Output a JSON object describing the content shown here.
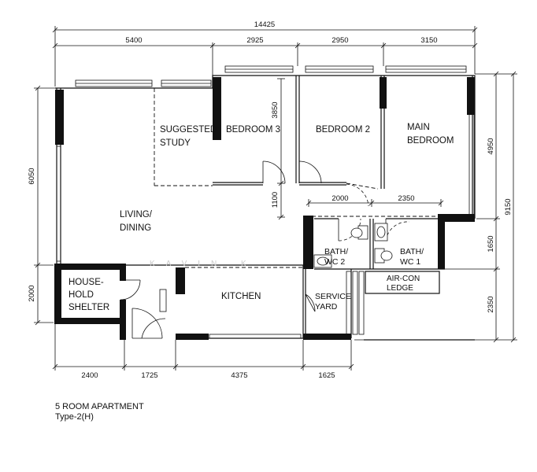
{
  "dimensions": {
    "overall_width": "14425",
    "top_segments": [
      "5400",
      "2925",
      "2950",
      "3150"
    ],
    "bottom_segments": [
      "2400",
      "1725",
      "4375",
      "1625"
    ],
    "left_segments": [
      "6050",
      "2000"
    ],
    "right_segments": [
      "4950",
      "1650",
      "2350"
    ],
    "overall_depth": "9150",
    "bedroom3_depth": "3850",
    "corridor_gap": "1100",
    "bath_widths": [
      "2000",
      "2350"
    ]
  },
  "rooms": {
    "suggested_study": [
      "SUGGESTED",
      "STUDY"
    ],
    "bedroom_3": "BEDROOM 3",
    "bedroom_2": "BEDROOM 2",
    "main_bedroom": [
      "MAIN",
      "BEDROOM"
    ],
    "living_dining": [
      "LIVING/",
      "DINING"
    ],
    "bath_wc_2": [
      "BATH/",
      "WC 2"
    ],
    "bath_wc_1": [
      "BATH/",
      "WC 1"
    ],
    "aircon_ledge": [
      "AIR-CON",
      "LEDGE"
    ],
    "household_shelter": [
      "HOUSE-",
      "HOLD",
      "SHELTER"
    ],
    "kitchen": "KITCHEN",
    "service_yard": [
      "SERVICE",
      "YARD"
    ]
  },
  "watermark": "KAVIN K",
  "caption": {
    "title": "5 ROOM APARTMENT",
    "type": "Type-2(H)"
  }
}
